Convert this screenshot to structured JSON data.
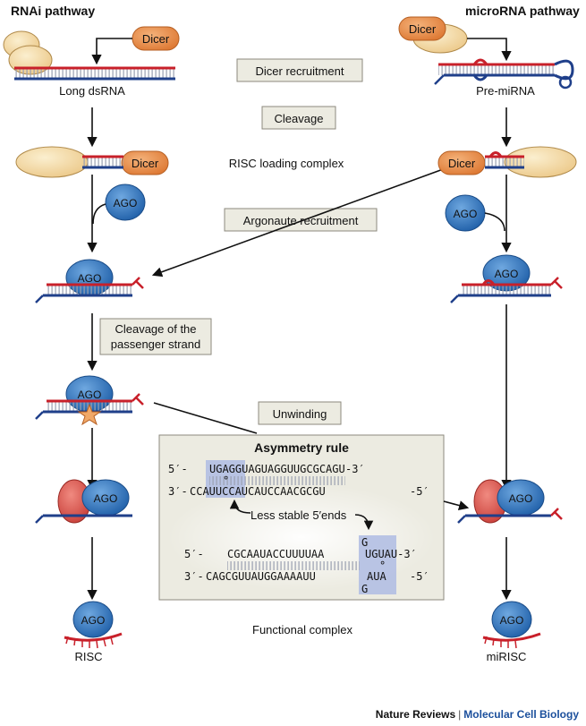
{
  "headings": {
    "left": "RNAi pathway",
    "right": "microRNA pathway"
  },
  "labels": {
    "dicer": "Dicer",
    "ago": "AGO",
    "long_dsrna": "Long dsRNA",
    "pre_mirna": "Pre-miRNA",
    "risc_loading": "RISC loading complex",
    "functional_complex": "Functional complex",
    "risc": "RISC",
    "mirisc": "miRISC"
  },
  "steps": {
    "dicer_recruitment": "Dicer recruitment",
    "cleavage": "Cleavage",
    "argonaute_recruitment": "Argonaute recruitment",
    "passenger_line1": "Cleavage of the",
    "passenger_line2": "passenger strand",
    "unwinding": "Unwinding"
  },
  "asymmetry": {
    "title": "Asymmetry rule",
    "top": {
      "left5": "5′-",
      "seq": "UGAGGUAGUAGGUUGCGCAGU",
      "end3": "-3′",
      "left3": "3′-",
      "comp": "CCAUUCCAUCAUCCAACGCGU",
      "end5": "-5′",
      "wobble": "°"
    },
    "note": "Less stable 5′ends",
    "bottom": {
      "left5": "5′-",
      "seq": "CGCAAUACCUUUUAA",
      "seq_end": "UGUAU-3′",
      "left3": "3′-",
      "comp": "CAGCGUUAUGGAAAAUU",
      "comp_end": "AUA",
      "end5": "-5′",
      "g_top": "G",
      "g_bottom": "G",
      "wobble": "°"
    }
  },
  "footer": {
    "journal": "Nature Reviews",
    "separator": "|",
    "section": "Molecular Cell Biology"
  },
  "colors": {
    "dicer": "#e8904a",
    "ago": "#2f7bc8",
    "partner_cream": "#f2d9a0",
    "partner_red": "#d9534f",
    "strand_red": "#c8202a",
    "strand_blue": "#1f3f8a",
    "box": "#ecebe1",
    "highlight": "#b3bfe3"
  }
}
